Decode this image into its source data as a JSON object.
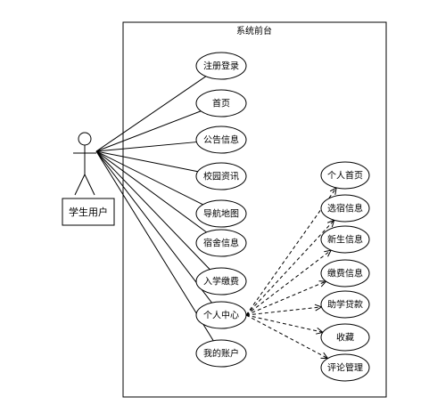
{
  "system": {
    "title": "系统前台"
  },
  "actor": {
    "label": "学生用户"
  },
  "use_cases": [
    {
      "id": "uc1",
      "label": "注册登录"
    },
    {
      "id": "uc2",
      "label": "首页"
    },
    {
      "id": "uc3",
      "label": "公告信息"
    },
    {
      "id": "uc4",
      "label": "校园资讯"
    },
    {
      "id": "uc5",
      "label": "导航地图"
    },
    {
      "id": "uc6",
      "label": "宿舍信息"
    },
    {
      "id": "uc7",
      "label": "入学缴费"
    },
    {
      "id": "uc8",
      "label": "个人中心"
    },
    {
      "id": "uc9",
      "label": "我的账户"
    }
  ],
  "sub_cases": [
    {
      "id": "s1",
      "label": "个人首页"
    },
    {
      "id": "s2",
      "label": "选宿信息"
    },
    {
      "id": "s3",
      "label": "新生信息"
    },
    {
      "id": "s4",
      "label": "缴费信息"
    },
    {
      "id": "s5",
      "label": "助学贷款"
    },
    {
      "id": "s6",
      "label": "收藏"
    },
    {
      "id": "s7",
      "label": "评论管理"
    }
  ],
  "relations": {
    "association": [
      [
        "actor",
        "uc1"
      ],
      [
        "actor",
        "uc2"
      ],
      [
        "actor",
        "uc3"
      ],
      [
        "actor",
        "uc4"
      ],
      [
        "actor",
        "uc5"
      ],
      [
        "actor",
        "uc6"
      ],
      [
        "actor",
        "uc7"
      ],
      [
        "actor",
        "uc8"
      ],
      [
        "actor",
        "uc9"
      ]
    ],
    "dependency": [
      [
        "uc8",
        "s1"
      ],
      [
        "uc8",
        "s2"
      ],
      [
        "uc8",
        "s3"
      ],
      [
        "uc8",
        "s4"
      ],
      [
        "uc8",
        "s5"
      ],
      [
        "uc8",
        "s6"
      ],
      [
        "uc8",
        "s7"
      ]
    ]
  }
}
